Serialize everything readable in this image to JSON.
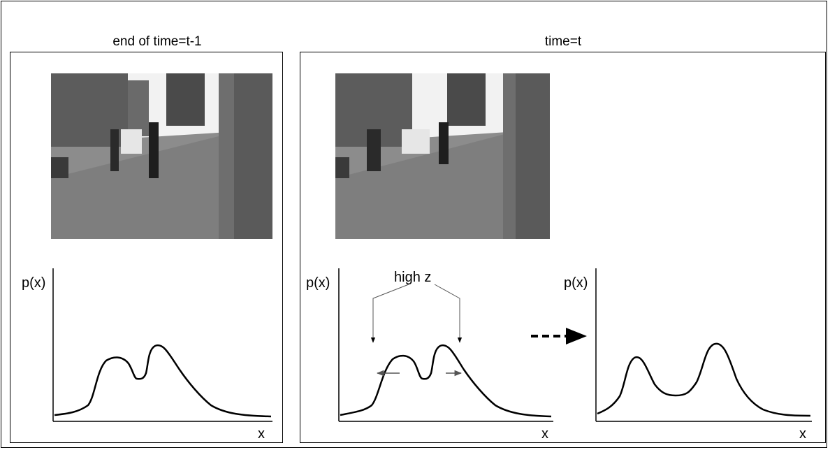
{
  "panels": {
    "left": {
      "title": "end of time=t-1"
    },
    "right": {
      "title": "time=t"
    }
  },
  "plots": {
    "y_label": "p(x)",
    "x_label": "x",
    "annotation": "high z"
  },
  "colors": {
    "line": "#000000",
    "small_arrow": "#555555",
    "photo_sky": "#f4f4f4",
    "photo_ground": "#8a8a8a"
  },
  "icons": {
    "street_photo": "street-scene-photo",
    "transition_arrow": "dashed-arrow-right"
  }
}
